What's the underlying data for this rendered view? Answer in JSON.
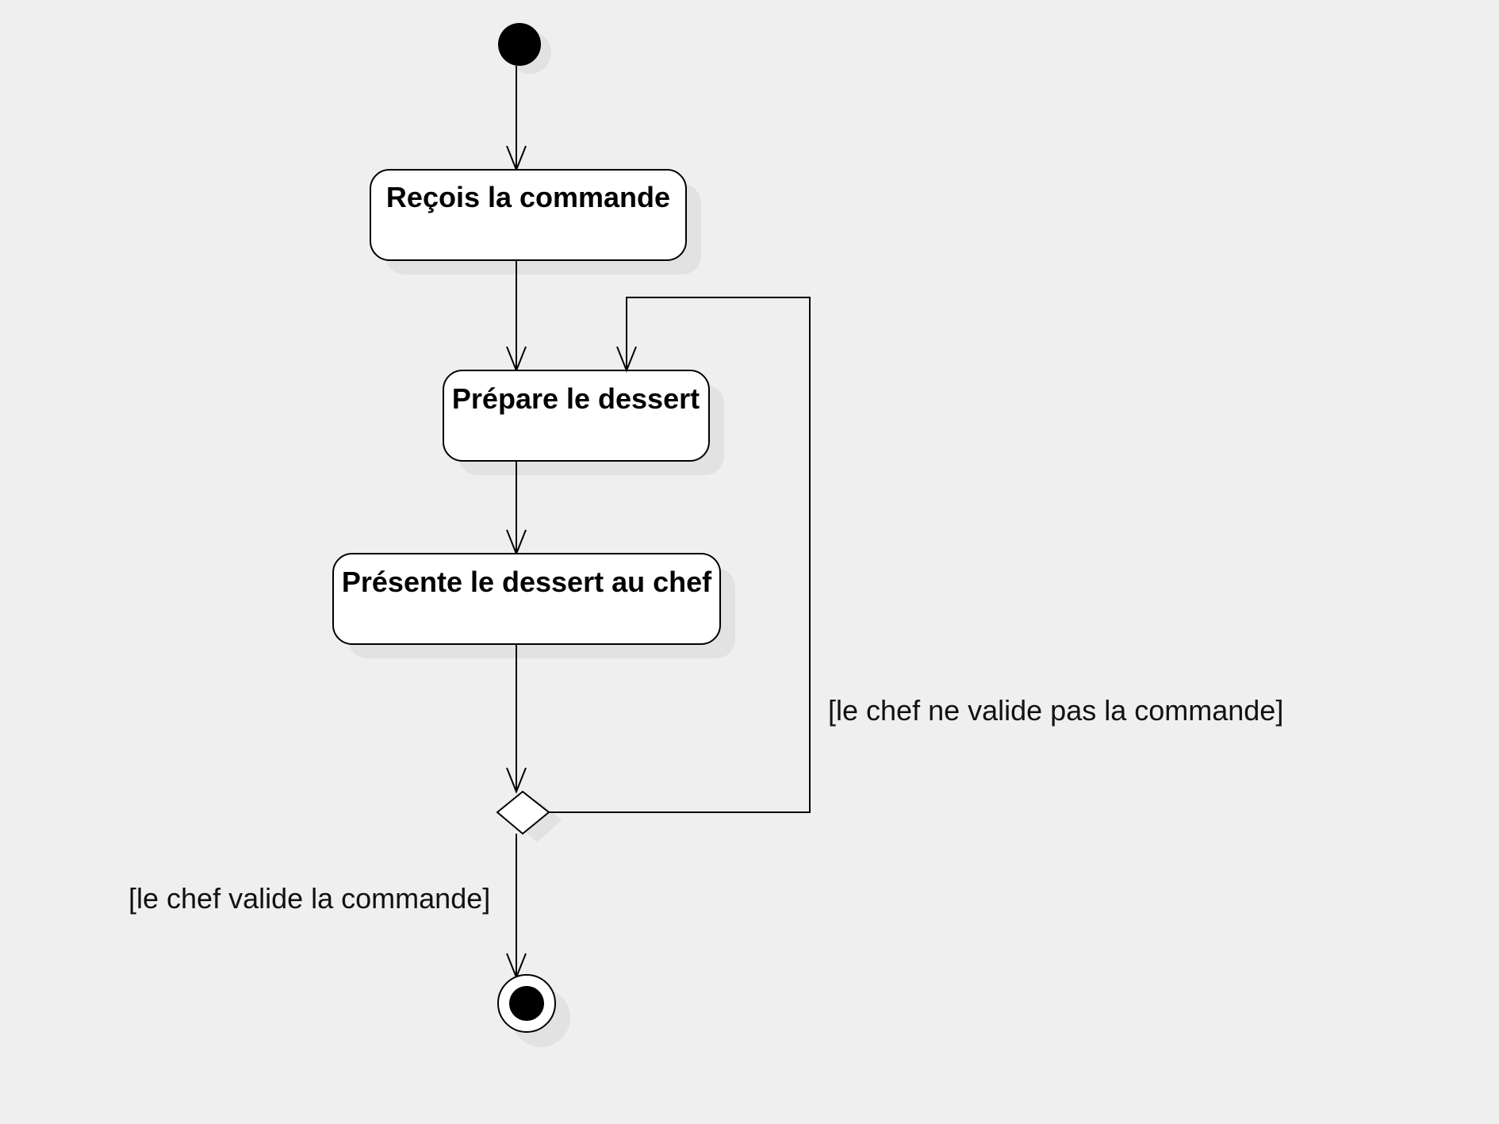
{
  "diagram": {
    "type": "UML activity diagram",
    "actions": [
      {
        "label": "Reçois la commande"
      },
      {
        "label": "Prépare le dessert"
      },
      {
        "label": "Présente le dessert au chef"
      }
    ],
    "guards": {
      "reject": "[le chef ne valide pas la commande]",
      "accept": "[le chef valide la commande]"
    },
    "colors": {
      "background": "#efefef",
      "node_fill": "#ffffff",
      "stroke": "#000000",
      "shadow": "#e2e2e2"
    }
  }
}
